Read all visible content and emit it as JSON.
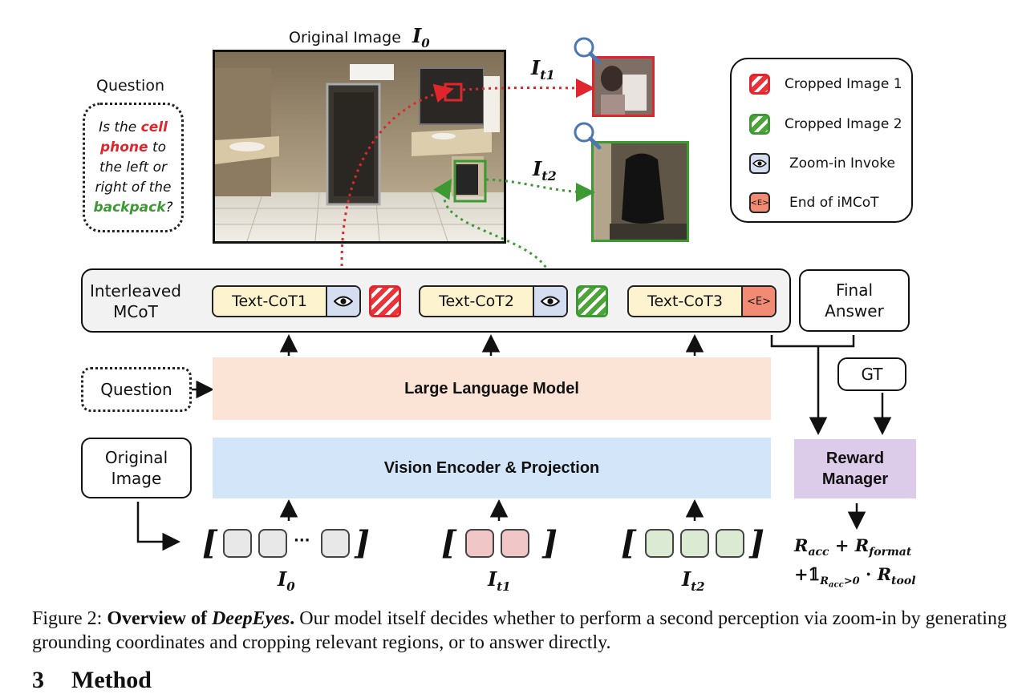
{
  "original_image_label": "Original Image",
  "original_image_symbol": "I",
  "original_image_sub": "0",
  "question": {
    "title": "Question",
    "parts": [
      "Is the ",
      "cell phone",
      " to the left or right of the ",
      "backpack",
      "?"
    ]
  },
  "crops": [
    {
      "symbol": "I",
      "sub": "t1"
    },
    {
      "symbol": "I",
      "sub": "t2"
    }
  ],
  "legend": [
    {
      "label": "Cropped Image 1",
      "icon": "red-hatch-icon"
    },
    {
      "label": "Cropped Image 2",
      "icon": "green-hatch-icon"
    },
    {
      "label": "Zoom-in Invoke",
      "icon": "eye-icon"
    },
    {
      "label": "End of iMCoT",
      "icon": "end-token-icon"
    }
  ],
  "mcot": {
    "label_line1": "Interleaved",
    "label_line2": "MCoT",
    "cots": [
      "Text-CoT1",
      "Text-CoT2",
      "Text-CoT3"
    ],
    "end_token": "<E>"
  },
  "final_answer_line1": "Final",
  "final_answer_line2": "Answer",
  "gt": "GT",
  "question_box": "Question",
  "llm": "Large Language Model",
  "encoder": "Vision Encoder & Projection",
  "original_image_box_line1": "Original",
  "original_image_box_line2": "Image",
  "reward_line1": "Reward",
  "reward_line2": "Manager",
  "reward_formula": {
    "line1": {
      "r1": "R",
      "r1_sub": "acc",
      "plus": " + ",
      "r2": "R",
      "r2_sub": "format"
    },
    "line2": {
      "prefix": "+𝟙",
      "cond": "R",
      "cond_sub": "acc",
      "cond_rest": ">0",
      "dot": " · ",
      "r3": "R",
      "r3_sub": "tool"
    }
  },
  "token_groups": [
    {
      "symbol": "I",
      "sub": "0",
      "ellipsis": "···"
    },
    {
      "symbol": "I",
      "sub": "t1"
    },
    {
      "symbol": "I",
      "sub": "t2"
    }
  ],
  "caption": {
    "prefix": "Figure 2: ",
    "bold": "Overview of ",
    "bold_italic": "DeepEyes",
    "bold_end": ".",
    "text": " Our model itself decides whether to perform a second perception via zoom-in by generating grounding coordinates and cropping relevant regions, or to answer directly."
  },
  "section": {
    "number": "3",
    "title": "Method"
  },
  "colors": {
    "red": "#e0262c",
    "green": "#3d9a33",
    "llm_bg": "#fbe3d6",
    "encoder_bg": "#d3e5f8",
    "reward_bg": "#dccbe9",
    "cot_bg": "#fdf3cf",
    "eye_bg": "#d5ddf0",
    "end_bg": "#f28b74"
  }
}
